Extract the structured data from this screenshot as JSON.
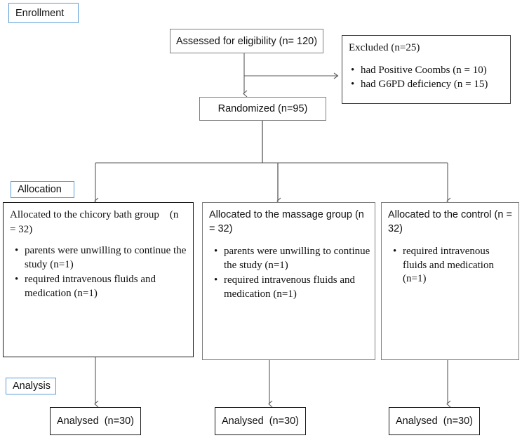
{
  "diagram": {
    "title": "CONSORT participant flow diagram",
    "stage_labels": {
      "enrollment": "Enrollment",
      "allocation": "Allocation",
      "analysis": "Analysis"
    },
    "nodes": {
      "assessed": {
        "text": "Assessed for eligibility (n= 120)"
      },
      "excluded": {
        "title": "Excluded (n=25)",
        "bullets": [
          "had Positive Coombs (n = 10)",
          "had G6PD deficiency (n = 15)"
        ]
      },
      "randomized": {
        "text": "Randomized (n=95)"
      },
      "alloc_chicory": {
        "title": "Allocated to the chicory bath group    (n = 32)",
        "bullets": [
          "parents were unwilling to continue the study (n=1)",
          "required intravenous fluids and medication (n=1)"
        ]
      },
      "alloc_massage": {
        "title": "Allocated to the massage group (n = 32)",
        "bullets": [
          "parents were unwilling to continue the study (n=1)",
          "required intravenous fluids and medication (n=1)"
        ]
      },
      "alloc_control": {
        "title": "Allocated to the control (n = 32)",
        "bullets": [
          "required intravenous fluids and medication (n=1)"
        ]
      },
      "analysed_chicory": {
        "text": "Analysed  (n=30)"
      },
      "analysed_massage": {
        "text": "Analysed  (n=30)"
      },
      "analysed_control": {
        "text": "Analysed  (n=30)"
      }
    },
    "colors": {
      "stage_border": "#5B9BD5",
      "connector": "#595959",
      "box_border_dark": "#1a1a1a",
      "box_border_light": "#7f7f7f",
      "text": "#111111",
      "background": "#ffffff"
    }
  }
}
